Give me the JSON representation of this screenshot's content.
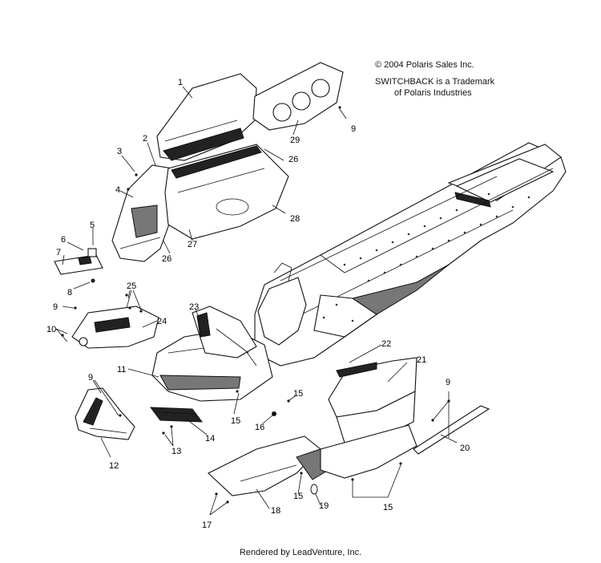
{
  "copyright": {
    "line1": "© 2004 Polaris Sales Inc.",
    "line2": "SWITCHBACK is a Trademark",
    "line3": "of Polaris Industries"
  },
  "footer": "Rendered by LeadVenture, Inc.",
  "callouts": {
    "c1": "1",
    "c2": "2",
    "c3": "3",
    "c4": "4",
    "c5": "5",
    "c6": "6",
    "c7": "7",
    "c8": "8",
    "c9a": "9",
    "c9b": "9",
    "c9c": "9",
    "c9d": "9",
    "c10": "10",
    "c11": "11",
    "c12": "12",
    "c13": "13",
    "c14": "14",
    "c15a": "15",
    "c15b": "15",
    "c15c": "15",
    "c15d": "15",
    "c16": "16",
    "c17": "17",
    "c18": "18",
    "c19": "19",
    "c20": "20",
    "c21": "21",
    "c22": "22",
    "c23": "23",
    "c24": "24",
    "c25": "25",
    "c26a": "26",
    "c26b": "26",
    "c27": "27",
    "c28": "28",
    "c29": "29"
  }
}
